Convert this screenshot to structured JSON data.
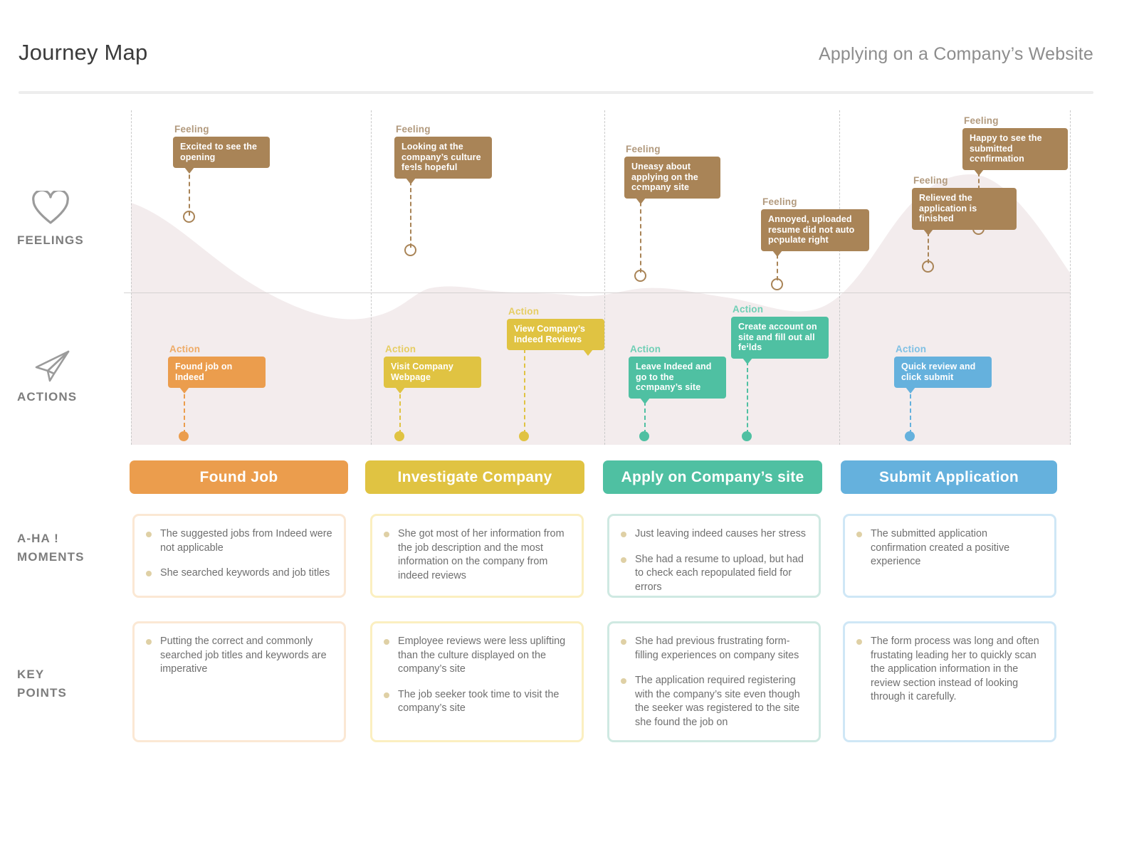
{
  "header": {
    "title": "Journey Map",
    "subtitle": "Applying on a Company’s Website"
  },
  "rows": {
    "feelings_label": "FEELINGS",
    "actions_label": "ACTIONS",
    "aha_label_line1": "A-HA !",
    "aha_label_line2": "MOMENTS",
    "key_label_line1": "KEY",
    "key_label_line2": "POINTS",
    "feelings_icon": "heart-icon",
    "actions_icon": "paper-plane-icon"
  },
  "colors": {
    "feeling": "#a98457",
    "feeling_kicker": "#b29a7e",
    "phase1": "#eb9d4d",
    "phase2": "#e0c342",
    "phase3": "#4fc0a2",
    "phase4": "#65b1dd",
    "phase1_card_border": "#fbe8d4",
    "phase2_card_border": "#fbefc0",
    "phase3_card_border": "#cfe9e2",
    "phase4_card_border": "#cfe7f6",
    "bullet": "#dfd0a5",
    "curve_fill": "#f3eced",
    "divider": "#c9c9c9"
  },
  "feelings": [
    {
      "kicker": "Feeling",
      "text": "Excited to see the opening",
      "tail": "left"
    },
    {
      "kicker": "Feeling",
      "text": "Looking at the company’s culture feels hopeful",
      "tail": "left"
    },
    {
      "kicker": "Feeling",
      "text": "Uneasy about applying on the company site",
      "tail": "left"
    },
    {
      "kicker": "Feeling",
      "text": "Annoyed, uploaded resume did not auto populate right",
      "tail": "left"
    },
    {
      "kicker": "Feeling",
      "text": "Happy to see the submitted confirmation",
      "tail": "left"
    },
    {
      "kicker": "Feeling",
      "text": "Relieved the application is finished",
      "tail": "left"
    }
  ],
  "actions": [
    {
      "kicker": "Action",
      "text": "Found job on Indeed",
      "color": "#eb9d4d"
    },
    {
      "kicker": "Action",
      "text": "Visit Company Webpage",
      "color": "#e0c342"
    },
    {
      "kicker": "Action",
      "text": "View Company’s Indeed Reviews",
      "color": "#e0c342"
    },
    {
      "kicker": "Action",
      "text": "Leave Indeed and go to the company’s site",
      "color": "#4fc0a2"
    },
    {
      "kicker": "Action",
      "text": "Create account on site and fill out all feilds",
      "color": "#4fc0a2"
    },
    {
      "kicker": "Action",
      "text": "Quick review and click submit",
      "color": "#65b1dd"
    }
  ],
  "phases": [
    {
      "label": "Found Job",
      "color": "#eb9d4d"
    },
    {
      "label": "Investigate Company",
      "color": "#e0c342"
    },
    {
      "label": "Apply on Company’s site",
      "color": "#4fc0a2"
    },
    {
      "label": "Submit Application",
      "color": "#65b1dd"
    }
  ],
  "aha_moments": [
    {
      "items": [
        "The suggested jobs from Indeed were not applicable",
        "She searched keywords and job titles"
      ]
    },
    {
      "items": [
        "She got most of her information from the job description and the most information on the company from indeed reviews"
      ]
    },
    {
      "items": [
        "Just leaving indeed causes her stress",
        "She had a resume to upload, but had to check each repopulated field for errors"
      ]
    },
    {
      "items": [
        "The submitted application confirmation created a positive experience"
      ]
    }
  ],
  "key_points": [
    {
      "items": [
        "Putting the correct and commonly searched job titles and keywords are imperative"
      ]
    },
    {
      "items": [
        "Employee reviews were less uplifting than the culture displayed on the company’s site",
        "The job seeker took time to visit the company’s site"
      ]
    },
    {
      "items": [
        "She had previous frustrating form-filling experiences on company sites",
        "The application required registering with the company’s site even though the seeker was registered to the site she found the job on"
      ]
    },
    {
      "items": [
        "The form process was long and often frustating leading her to quickly scan the application information in the review section instead of looking through it carefully."
      ]
    }
  ]
}
